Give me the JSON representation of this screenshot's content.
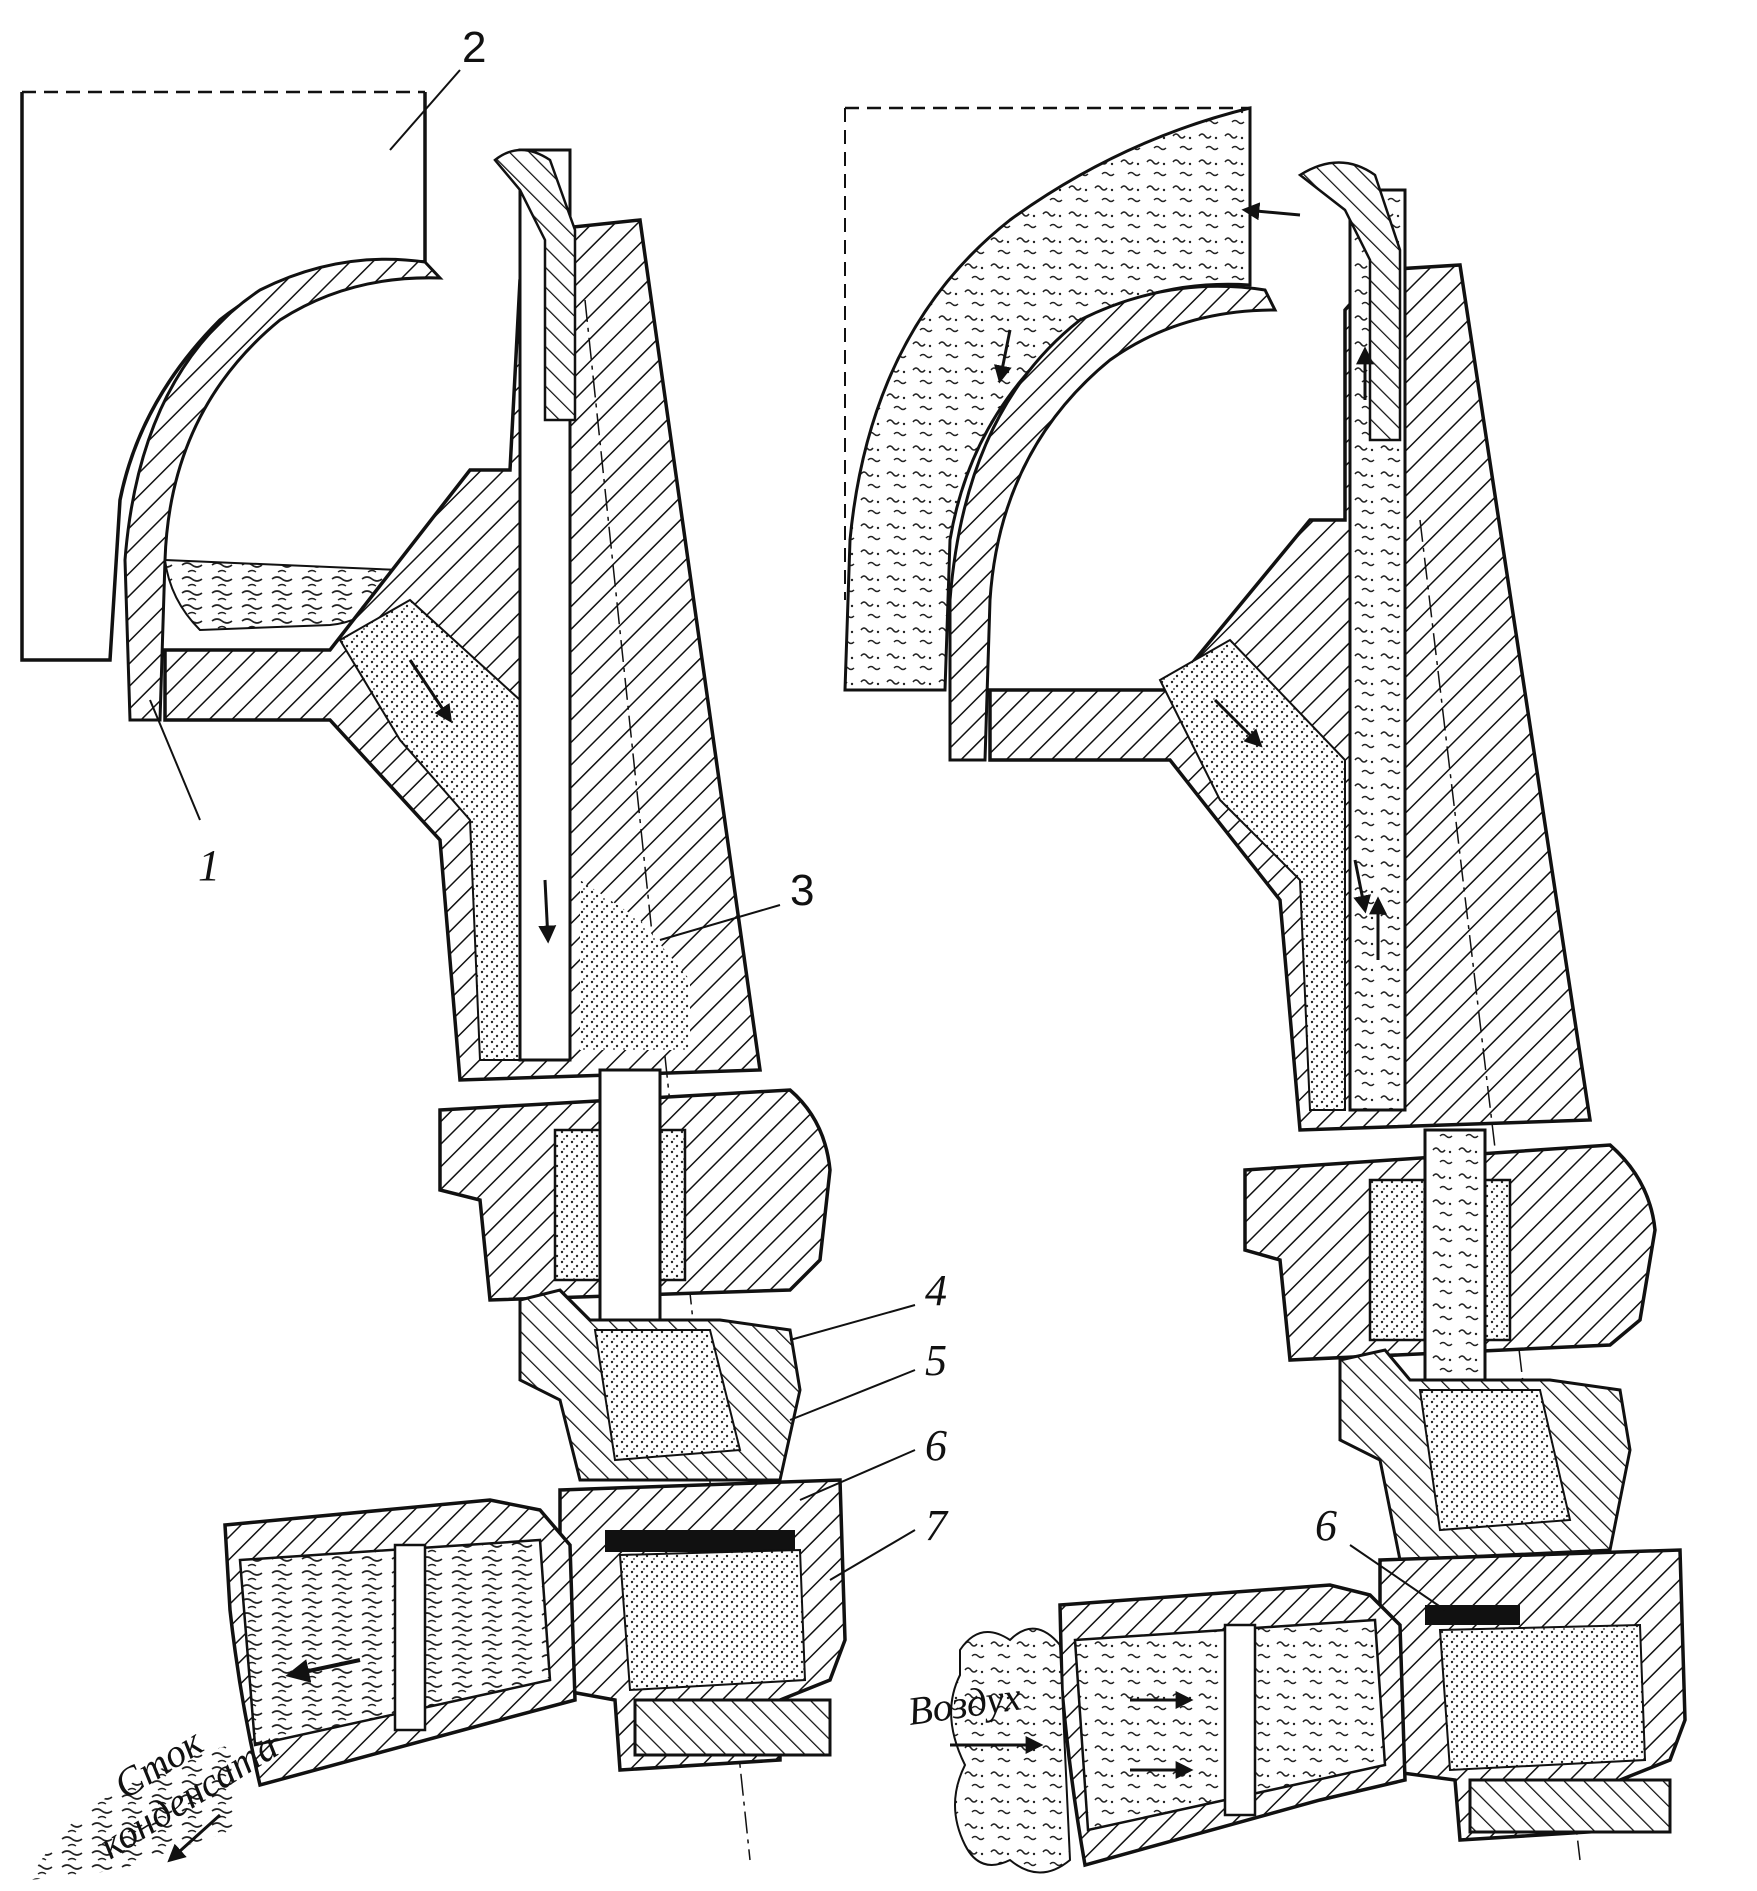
{
  "diagram": {
    "callouts": {
      "c1": "1",
      "c2": "2",
      "c3": "3",
      "c4": "4",
      "c5": "5",
      "c6": "6",
      "c7": "7",
      "c6b": "6"
    },
    "flow_labels": {
      "drain_line1": "Сток",
      "drain_line2": "конденсата",
      "air": "Воздух"
    },
    "colors": {
      "ink": "#111111",
      "paper": "#ffffff"
    }
  }
}
